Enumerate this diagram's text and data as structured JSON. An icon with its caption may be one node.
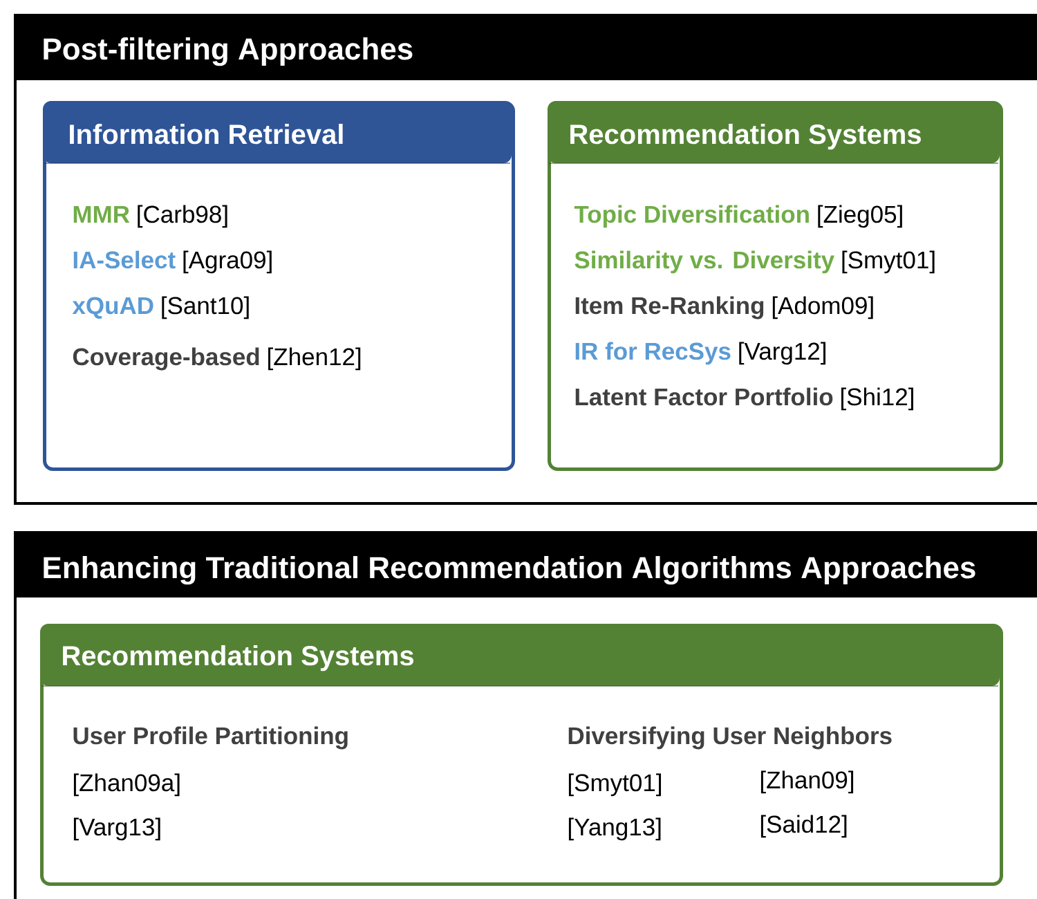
{
  "diagram": {
    "nodes": [
      {
        "text": [
          "Post-filtering Approaches"
        ]
      },
      {
        "text": [
          "Information Retrieval",
          "MMR",
          "[Carb98]",
          "IA-Select",
          "[Agra09]",
          "xQuAD",
          "[Sant10]",
          "Coverage-based",
          "[Zhen12]"
        ],
        "in": 0
      },
      {
        "text": [
          "Recommendation Systems",
          "Topic Diversification",
          "[Zieg05]",
          "Similarity vs. Diversity",
          "[Smyt01]",
          "Item Re-Ranking",
          "[Adom09]",
          "IR for RecSys",
          "[Varg12]",
          "Latent Factor Portfolio",
          "[Shi12]"
        ],
        "in": 0
      },
      {
        "text": [
          "Enhancing Traditional Recommendation Algorithms Approaches"
        ]
      },
      {
        "text": [
          "Recommendation Systems",
          "User Profile Partitioning",
          "[Zhan09a]",
          "[Varg13]",
          "Diversifying User Neighbors",
          "[Smyt01]",
          "[Zhan09]",
          "[Yang13]",
          "[Said12]"
        ],
        "in": 3
      }
    ]
  }
}
